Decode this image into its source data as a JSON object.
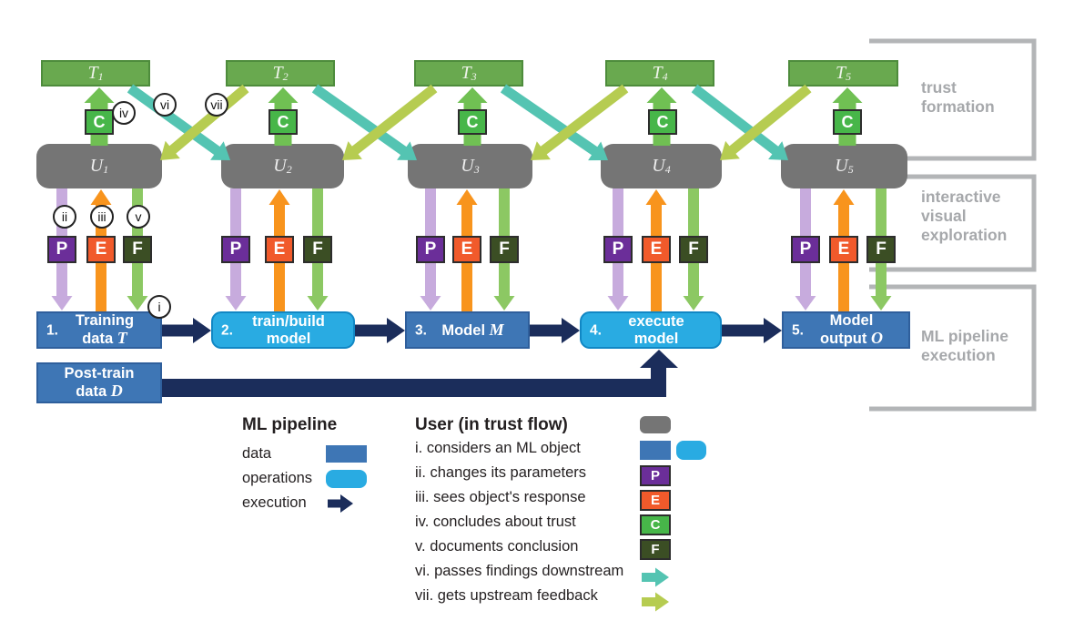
{
  "letters": {
    "t": "T",
    "u": "U",
    "c": "C",
    "p": "P",
    "e": "E",
    "f": "F"
  },
  "columns": [
    {
      "sub": "1"
    },
    {
      "sub": "2"
    },
    {
      "sub": "3"
    },
    {
      "sub": "4"
    },
    {
      "sub": "5"
    }
  ],
  "annotations": {
    "i": "i",
    "ii": "ii",
    "iii": "iii",
    "iv": "iv",
    "v": "v",
    "vi": "vi",
    "vii": "vii"
  },
  "pipeline": [
    {
      "num": "1.",
      "line1": "Training",
      "line2": "data",
      "math": "T"
    },
    {
      "num": "2.",
      "line1": "train/build",
      "line2": "model",
      "math": ""
    },
    {
      "num": "3.",
      "line1": "Model",
      "line2": "",
      "math": "M"
    },
    {
      "num": "4.",
      "line1": "execute",
      "line2": "model",
      "math": ""
    },
    {
      "num": "5.",
      "line1": "Model",
      "line2": "output",
      "math": "O"
    }
  ],
  "post_train": {
    "line1": "Post-train",
    "line2": "data",
    "math": "D"
  },
  "sections": {
    "trust": [
      "trust",
      "formation"
    ],
    "exploration": [
      "interactive",
      "visual",
      "exploration"
    ],
    "execution": [
      "ML pipeline",
      "execution"
    ]
  },
  "legend_ml": {
    "title": "ML pipeline",
    "data_label": "data",
    "operations_label": "operations",
    "execution_label": "execution"
  },
  "legend_user": {
    "title": "User (in trust flow)",
    "items": [
      "i. considers an ML object",
      "ii. changes its parameters",
      "iii. sees object's response",
      "iv. concludes about trust",
      "v. documents conclusion",
      "vi. passes findings downstream",
      "vii. gets upstream feedback"
    ]
  },
  "colors": {
    "trust_green": "#69a94f",
    "conclude_green": "#47b649",
    "trust_arrow_green": "#70c053",
    "findings_green": "#8cc863",
    "user_gray": "#757575",
    "parameters_purple": "#6b2e99",
    "parameters_arrow": "#c7abdd",
    "response_orange": "#f15a2b",
    "response_arrow": "#f8941d",
    "document_dark_green": "#3b4e24",
    "data_blue": "#3e76b5",
    "operations_cyan": "#29abe2",
    "execution_navy": "#1b2d5b",
    "downstream_teal": "#54c4b2",
    "feedback_yellow_green": "#b6cc51",
    "bracket_gray": "#b3b5b7",
    "section_label_gray": "#a6a8ab"
  }
}
